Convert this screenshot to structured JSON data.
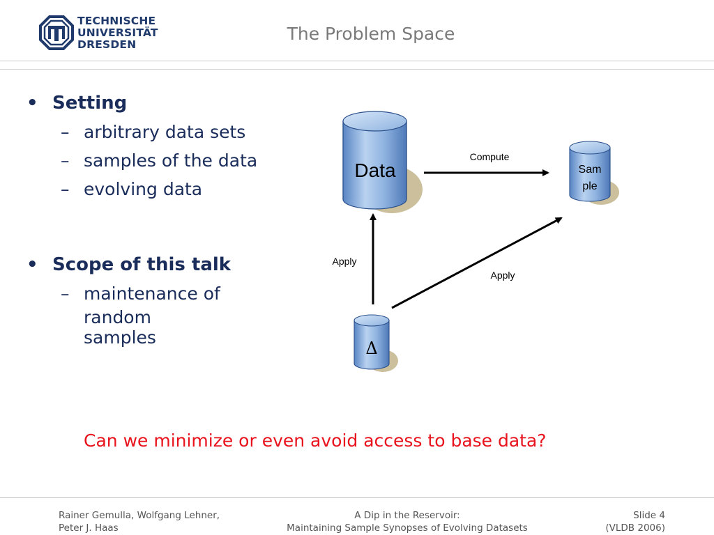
{
  "header": {
    "logo_lines": [
      "TECHNISCHE",
      "UNIVERSITÄT",
      "DRESDEN"
    ],
    "title": "The Problem Space"
  },
  "content": {
    "sections": [
      {
        "heading": "Setting",
        "items": [
          "arbitrary data sets",
          "samples of the data",
          "evolving data"
        ]
      },
      {
        "heading": "Scope of this talk",
        "items": [
          "maintenance of",
          "random samples"
        ]
      }
    ],
    "question": "Can we minimize or even avoid access to base data?"
  },
  "diagram": {
    "data_label": "Data",
    "sample_label_line1": "Sam",
    "sample_label_line2": "ple",
    "delta_label": "Δ",
    "compute_label": "Compute",
    "apply_label_left": "Apply",
    "apply_label_right": "Apply",
    "colors": {
      "cylinder_fill": "#8fb3e0",
      "cylinder_dark": "#5a86c4",
      "cylinder_stroke": "#2a4f8a",
      "shadow": "#cbbf9c"
    }
  },
  "footer": {
    "left_line1": "Rainer Gemulla, Wolfgang Lehner,",
    "left_line2": "Peter J. Haas",
    "center_line1": "A Dip in the Reservoir:",
    "center_line2": "Maintaining Sample Synopses of Evolving Datasets",
    "right_line1": "Slide 4",
    "right_line2": "(VLDB 2006)"
  },
  "colors": {
    "text_navy": "#1a2c5a",
    "question_red": "#e8131d",
    "title_gray": "#7a7a7a"
  }
}
